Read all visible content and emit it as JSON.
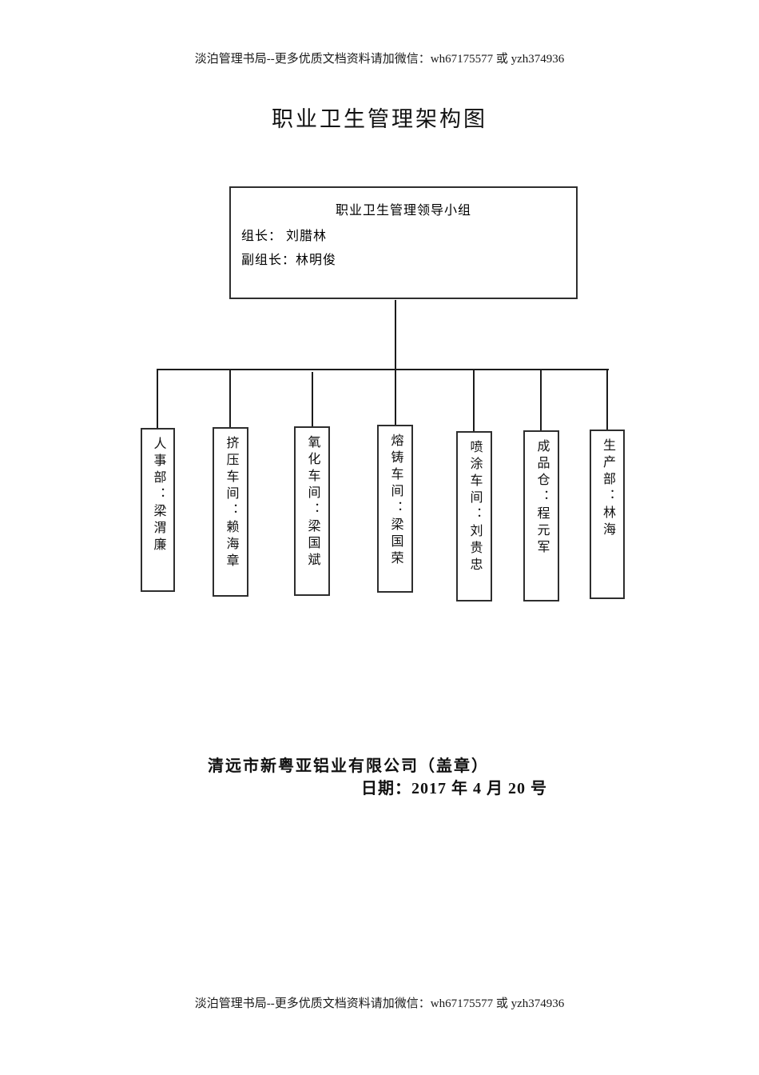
{
  "document": {
    "header": "淡泊管理书局--更多优质文档资料请加微信：wh67175577 或 yzh374936",
    "title": "职业卫生管理架构图",
    "footer": "淡泊管理书局--更多优质文档资料请加微信：wh67175577 或 yzh374936"
  },
  "org_chart": {
    "root": {
      "title": "职业卫生管理领导小组",
      "leader_line": "组长：  刘腊林",
      "deputy_line": "副组长：林明俊"
    },
    "departments": [
      {
        "label": "人事部：梁渭廉"
      },
      {
        "label": "挤压车间：赖海章"
      },
      {
        "label": "氧化车间：梁国斌"
      },
      {
        "label": "熔铸车间：梁国荣"
      },
      {
        "label": "喷涂车间：刘贵忠"
      },
      {
        "label": "成品仓：程元军"
      },
      {
        "label": "生产部：林海"
      }
    ]
  },
  "signature": {
    "company_line": "清远市新粤亚铝业有限公司（盖章）",
    "date_line": "日期：2017 年 4 月 20 号"
  }
}
